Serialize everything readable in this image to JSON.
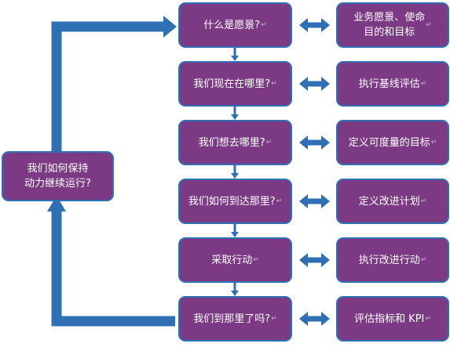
{
  "colors": {
    "box_fill": "#7b3a83",
    "box_border": "#2f6fb3",
    "arrow": "#2f6fb3",
    "text": "#ffffff"
  },
  "steps": [
    {
      "question": "什么是愿景?",
      "action": "业务愿景、使命\n目的和目标"
    },
    {
      "question": "我们现在在哪里?",
      "action": "执行基线评估"
    },
    {
      "question": "我们想去哪里?",
      "action": "定义可度量的目标"
    },
    {
      "question": "我们如何到达那里?",
      "action": "定义改进计划"
    },
    {
      "question": "采取行动",
      "action": "执行改进行动"
    },
    {
      "question": "我们到那里了吗?",
      "action": "评估指标和 KPI"
    }
  ],
  "loop": {
    "label": "我们如何保持\n动力继续运行?"
  }
}
